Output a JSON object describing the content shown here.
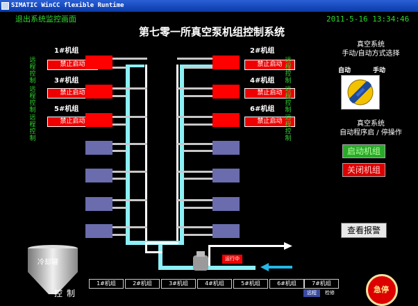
{
  "window": {
    "title": "SIMATIC WinCC flexible Runtime"
  },
  "header": {
    "exit_label": "退出系统监控画面",
    "datetime": "2011-5-16 13:34:46",
    "main_title": "第七零一所真空泵机组控制系统"
  },
  "units": [
    {
      "name": "1#机组",
      "status": "禁止启动",
      "remote": "远程控制"
    },
    {
      "name": "3#机组",
      "status": "禁止启动",
      "remote": "远程控制"
    },
    {
      "name": "5#机组",
      "status": "禁止启动",
      "remote": "远程控制"
    },
    {
      "name": "2#机组",
      "status": "禁止启动",
      "remote": "远程控制"
    },
    {
      "name": "4#机组",
      "status": "禁止启动",
      "remote": "远程控制"
    },
    {
      "name": "6#机组",
      "status": "禁止启动",
      "remote": "远程控制"
    }
  ],
  "mode": {
    "line1": "真空系统",
    "line2": "手动/自动方式选择",
    "auto_label": "自动",
    "manual_label": "手动",
    "selected": "自动"
  },
  "program": {
    "line1": "真空系统",
    "line2": "自动程序启 / 停操作",
    "start_label": "启动机组",
    "stop_label": "关闭机组"
  },
  "alarm_label": "查看报警",
  "running_label": "运行中",
  "cooler_label": "冷却罐",
  "control_label": "控制",
  "table_headers": [
    "1#机组",
    "2#机组",
    "3#机组",
    "4#机组",
    "5#机组",
    "6#机组",
    "7#机组"
  ],
  "table_row": {
    "remote": "远程",
    "check": "检修"
  },
  "estop_label": "急停",
  "colors": {
    "pipe": "#8cf0f6",
    "red": "#ff0000",
    "pump": "#6a6cae",
    "green_text": "#2fd72f"
  }
}
